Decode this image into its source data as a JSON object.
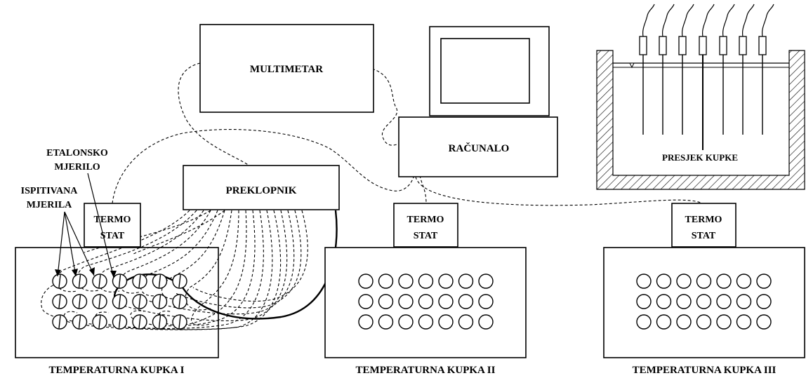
{
  "labels": {
    "multimetar": "MULTIMETAR",
    "racunalo": "RAČUNALO",
    "preklopnik": "PREKLOPNIK",
    "presjek_kupke": "PRESJEK  KUPKE",
    "termostat_line1": "TERMO",
    "termostat_line2": "STAT",
    "etalonsko_line1": "ETALONSKO",
    "etalonsko_line2": "MJERILO",
    "ispitivana_line1": "ISPITIVANA",
    "ispitivana_line2": "MJERILA",
    "kupka1": "TEMPERATURNA  KUPKA  I",
    "kupka2": "TEMPERATURNA  KUPKA  II",
    "kupka3": "TEMPERATURNA  KUPKA  III"
  },
  "bath_grid": {
    "rows": 3,
    "cols": 7
  }
}
